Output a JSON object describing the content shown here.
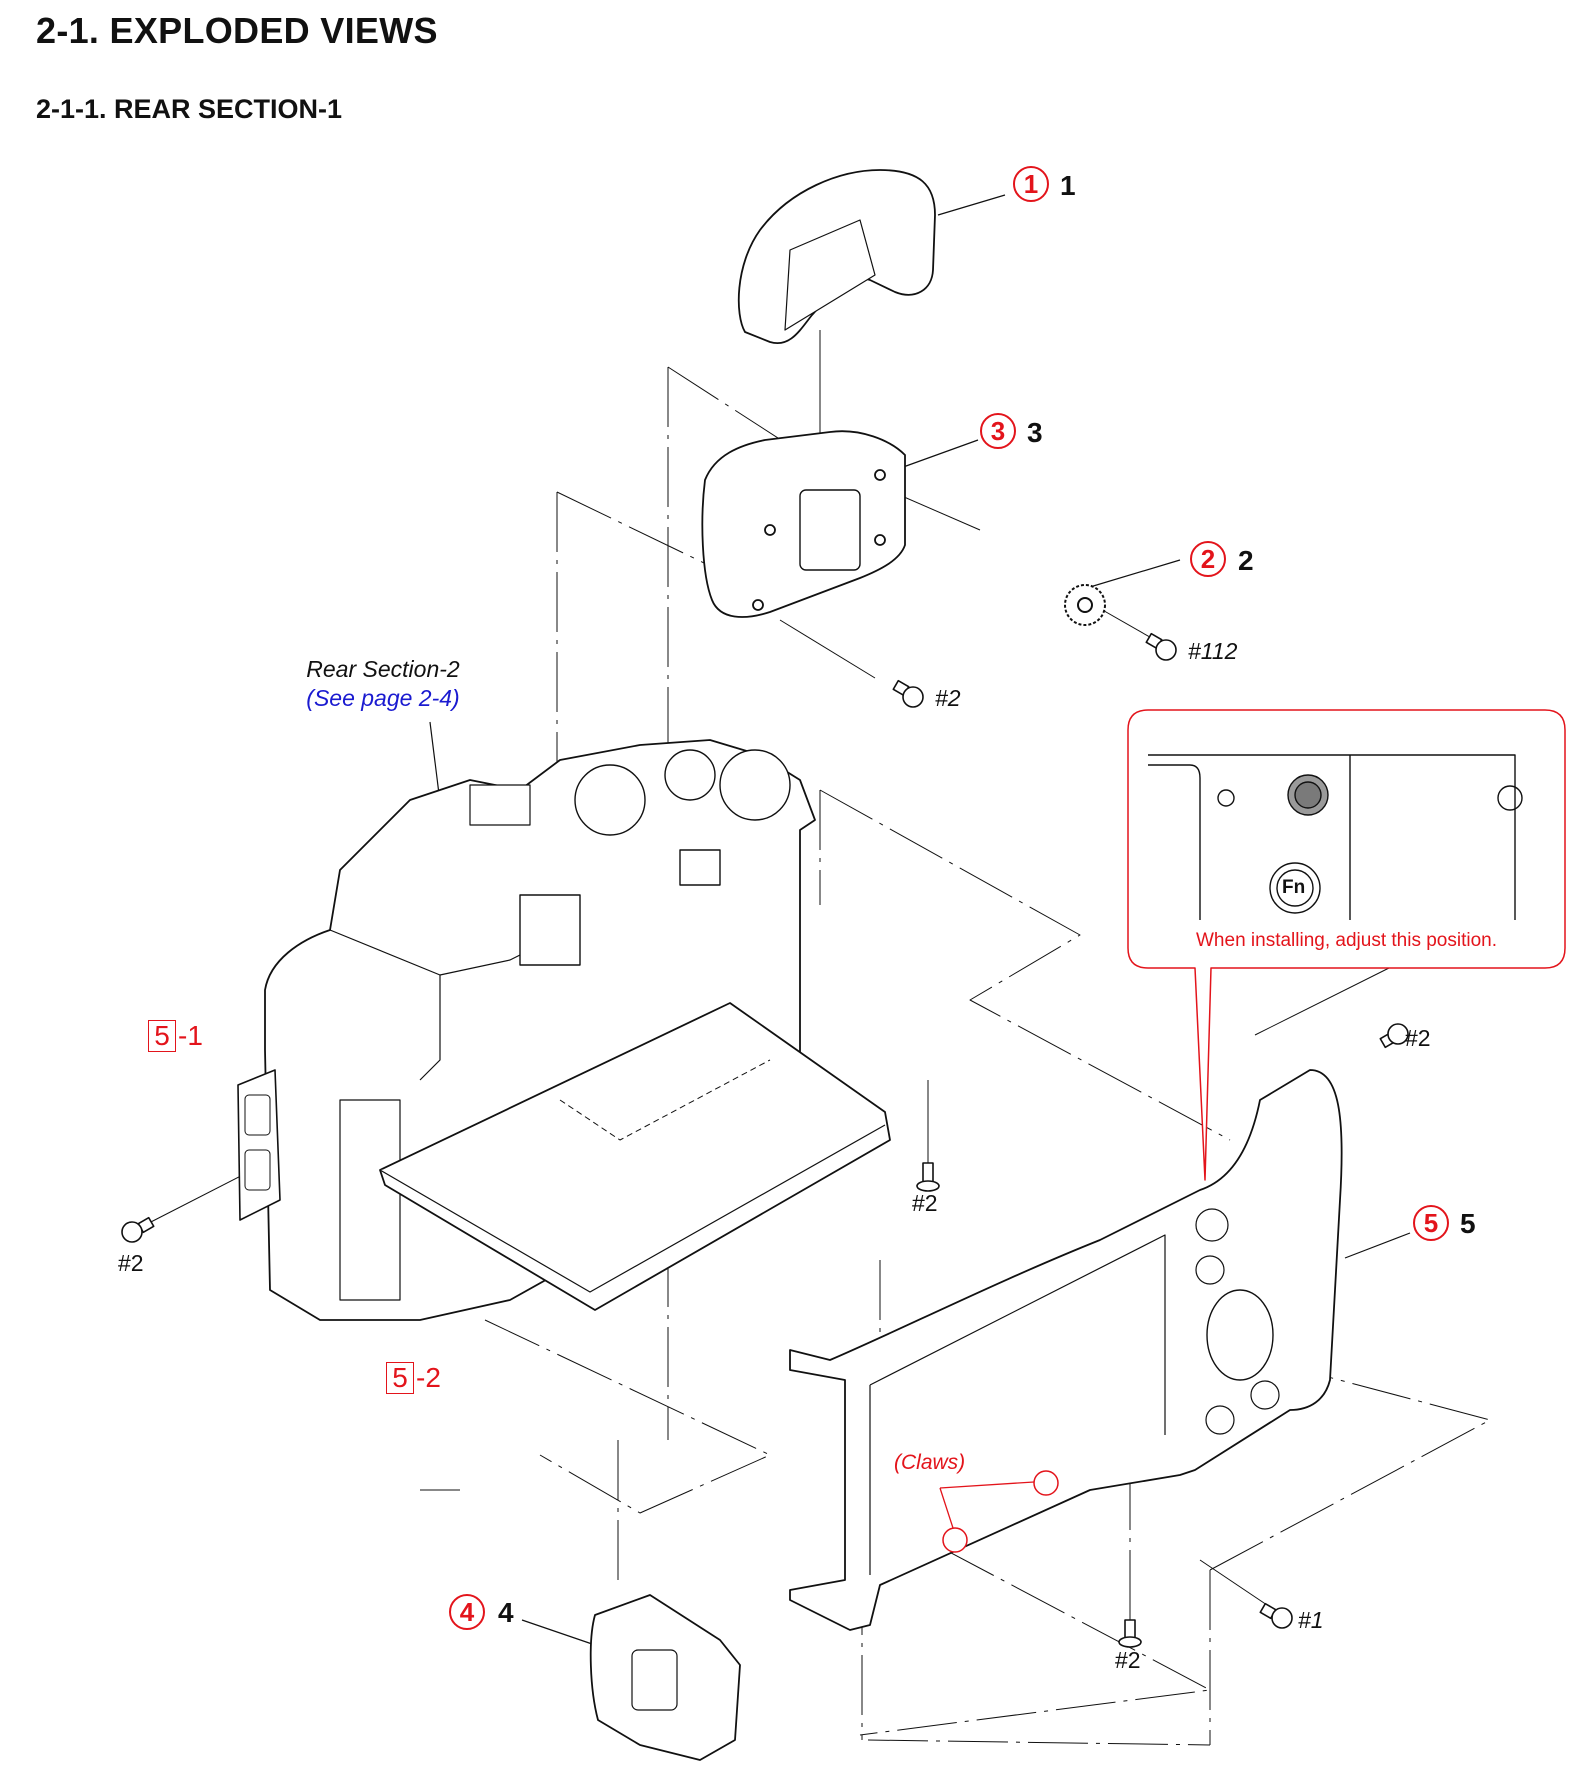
{
  "header": {
    "title": "2-1.  EXPLODED VIEWS",
    "subtitle": "2-1-1. REAR SECTION-1"
  },
  "parts": [
    {
      "ref": "1",
      "number": "1"
    },
    {
      "ref": "2",
      "number": "2"
    },
    {
      "ref": "3",
      "number": "3"
    },
    {
      "ref": "4",
      "number": "4"
    },
    {
      "ref": "5",
      "number": "5"
    }
  ],
  "sub_parts": [
    {
      "ref": "5",
      "suffix": "-1"
    },
    {
      "ref": "5",
      "suffix": "-2"
    }
  ],
  "screws": [
    {
      "label": "#112"
    },
    {
      "label": "#2"
    },
    {
      "label": "#2"
    },
    {
      "label": "#2"
    },
    {
      "label": "#2"
    },
    {
      "label": "#2"
    },
    {
      "label": "#1"
    }
  ],
  "reference": {
    "section": "Rear Section-2",
    "page_link": "(See page 2-4)"
  },
  "callout": {
    "note": "When installing, adjust this position.",
    "button_label": "Fn"
  },
  "claws_label": "(Claws)",
  "colors": {
    "accent_red": "#e3141b",
    "link_blue": "#1a1ad0",
    "line": "#111111"
  }
}
